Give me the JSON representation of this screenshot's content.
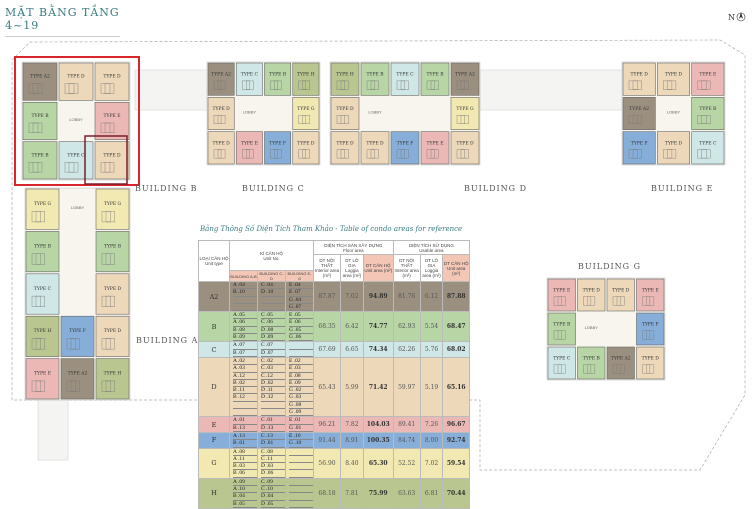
{
  "title": "MẶT BẰNG TẦNG 4~19",
  "north": "N",
  "lobby_label": "LOBBY",
  "colors": {
    "A2": "#9b9080",
    "B": "#b8d5a6",
    "C": "#cfe7e6",
    "D": "#edd8ba",
    "E": "#ebb8b6",
    "F": "#86aed8",
    "G": "#f1e9b1",
    "H": "#b9c690",
    "highlight": "#d9262c",
    "highlight_inner": "#7a1f2b"
  },
  "buildings": {
    "A": {
      "label": "BUILDING A",
      "units": [
        "TYPE G",
        "TYPE G",
        "TYPE B",
        "TYPE B",
        "TYPE C",
        "TYPE D",
        "TYPE H",
        "TYPE F",
        "TYPE D",
        "TYPE E",
        "TYPE A2",
        "TYPE H"
      ]
    },
    "B": {
      "label": "BUILDING B",
      "units": [
        "TYPE A2",
        "TYPE D",
        "TYPE D",
        "TYPE B",
        "TYPE E",
        "TYPE B",
        "TYPE C",
        "TYPE D"
      ]
    },
    "C": {
      "label": "BUILDING C",
      "units": [
        "TYPE A2",
        "TYPE C",
        "TYPE B",
        "TYPE H",
        "TYPE D",
        "TYPE G",
        "TYPE D",
        "TYPE E",
        "TYPE F",
        "TYPE D"
      ]
    },
    "D": {
      "label": "BUILDING D",
      "units": [
        "TYPE H",
        "TYPE B",
        "TYPE C",
        "TYPE B",
        "TYPE A2",
        "TYPE D",
        "TYPE G",
        "TYPE D",
        "TYPE D",
        "TYPE F",
        "TYPE E",
        "TYPE D"
      ]
    },
    "E": {
      "label": "BUILDING E",
      "units": [
        "TYPE D",
        "TYPE D",
        "TYPE E",
        "TYPE A2",
        "TYPE B",
        "TYPE F",
        "TYPE D",
        "TYPE C"
      ]
    },
    "G": {
      "label": "BUILDING G",
      "units": [
        "TYPE E",
        "TYPE D",
        "TYPE D",
        "TYPE E",
        "TYPE B",
        "TYPE F",
        "TYPE C",
        "TYPE B",
        "TYPE A2",
        "TYPE D"
      ]
    }
  },
  "table": {
    "caption": "Bảng Thông Số Diện Tích Tham Khảo - Table of condo areas for reference",
    "headers": {
      "unit_type": "LOẠI CĂN HỘ",
      "unit_type_en": "Unit type",
      "unit_no": "KÍ CĂN HỘ",
      "unit_no_en": "Unit No.",
      "floor_area": "DIỆN TÍCH SÀN XÂY DỰNG",
      "floor_area_en": "Floor area",
      "usable_area": "DIỆN TÍCH SỬ DỤNG",
      "usable_area_en": "Usable area",
      "interior": "DT NỘI THẤT Interior area (m²)",
      "loggia": "DT LÔ GIA Loggia area (m²)",
      "unit_area": "DT CĂN HỘ Unit area (m²)",
      "bldg_ab": "BUILDING A-B",
      "bldg_cd": "BUILDING C-D",
      "bldg_eg": "BUILDING E-G"
    },
    "rows": [
      {
        "type": "A2",
        "ab": [
          "A .04",
          "B .10"
        ],
        "cd": [
          "C .04",
          "D .10"
        ],
        "eg": [
          "E .04",
          "E .07",
          "G .04",
          "G .07"
        ],
        "values": [
          "87.87",
          "7.02",
          "94.89",
          "81.76",
          "6.12",
          "87.88"
        ]
      },
      {
        "type": "B",
        "ab": [
          "A .05",
          "A .06",
          "B .08",
          "B .09"
        ],
        "cd": [
          "C .05",
          "C .06",
          "D .08",
          "D .09"
        ],
        "eg": [
          "E .05",
          "E .06",
          "G .05",
          "G .06"
        ],
        "values": [
          "68.35",
          "6.42",
          "74.77",
          "62.93",
          "5.54",
          "68.47"
        ]
      },
      {
        "type": "C",
        "ab": [
          "A .07",
          "B .07"
        ],
        "cd": [
          "C .07",
          "D .07"
        ],
        "eg": [],
        "values": [
          "67.69",
          "6.65",
          "74.34",
          "62.26",
          "5.76",
          "68.02"
        ]
      },
      {
        "type": "D",
        "ab": [
          "A .02",
          "A .03",
          "A .12",
          "B .02",
          "B .11",
          "B .12"
        ],
        "cd": [
          "C .02",
          "C .03",
          "C .12",
          "D .02",
          "D .11",
          "D .12"
        ],
        "eg": [
          "E .02",
          "E .03",
          "E .08",
          "E .09",
          "G .02",
          "G .03",
          "G .08",
          "G .09"
        ],
        "values": [
          "65.43",
          "5.99",
          "71.42",
          "59.97",
          "5.19",
          "65.16"
        ]
      },
      {
        "type": "E",
        "ab": [
          "A .01",
          "B .13"
        ],
        "cd": [
          "C .01",
          "D .13"
        ],
        "eg": [
          "E .01",
          "G .01"
        ],
        "values": [
          "96.21",
          "7.82",
          "104.03",
          "89.41",
          "7.26",
          "96.67"
        ]
      },
      {
        "type": "F",
        "ab": [
          "A .13",
          "B .01"
        ],
        "cd": [
          "C .13",
          "D .01"
        ],
        "eg": [
          "E .10",
          "G .10"
        ],
        "values": [
          "91.44",
          "8.91",
          "100.35",
          "84.74",
          "8.00",
          "92.74"
        ]
      },
      {
        "type": "G",
        "ab": [
          "A .08",
          "A .11",
          "B .03",
          "B .06"
        ],
        "cd": [
          "C .08",
          "C .11",
          "D .03",
          "D .06"
        ],
        "eg": [],
        "values": [
          "56.90",
          "8.40",
          "65.30",
          "52.52",
          "7.02",
          "59.54"
        ]
      },
      {
        "type": "H",
        "ab": [
          "A .09",
          "A .10",
          "B .04",
          "B .05"
        ],
        "cd": [
          "C .09",
          "C .10",
          "D .04",
          "D .05"
        ],
        "eg": [],
        "values": [
          "68.18",
          "7.81",
          "75.99",
          "63.63",
          "6.81",
          "70.44"
        ]
      }
    ]
  }
}
